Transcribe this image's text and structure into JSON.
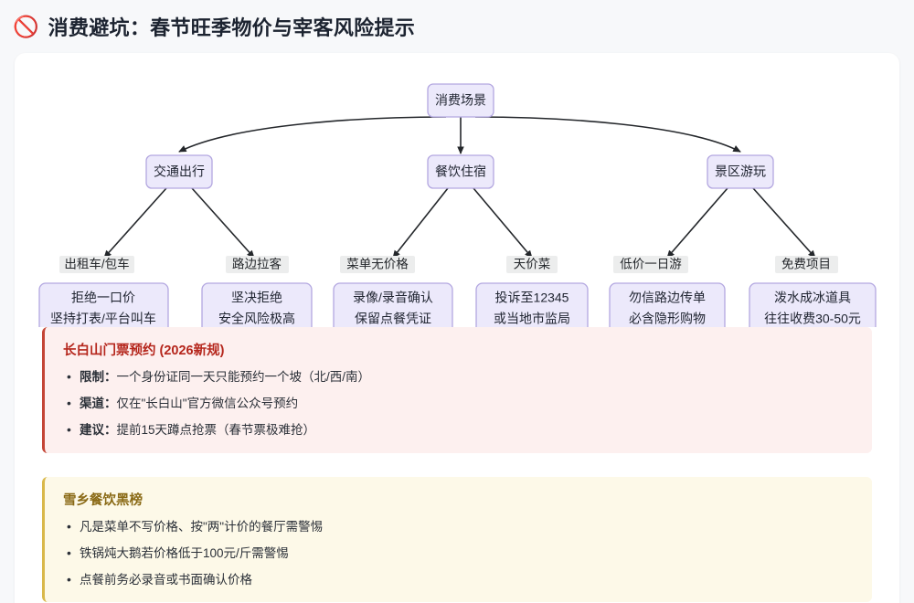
{
  "header": {
    "icon": "prohibited-icon",
    "icon_glyph": "🚫",
    "title": "消费避坑：春节旺季物价与宰客风险提示"
  },
  "flowchart": {
    "type": "tree",
    "root": {
      "id": "root",
      "label": "消费场景"
    },
    "categories": [
      {
        "id": "cat-transport",
        "label": "交通出行"
      },
      {
        "id": "cat-dining",
        "label": "餐饮住宿"
      },
      {
        "id": "cat-scenic",
        "label": "景区游玩"
      }
    ],
    "edge_labels": [
      "出租车/包车",
      "路边拉客",
      "菜单无价格",
      "天价菜",
      "低价一日游",
      "免费项目"
    ],
    "leaves": [
      {
        "id": "leaf-taxi",
        "line1": "拒绝一口价",
        "line2": "坚持打表/平台叫车"
      },
      {
        "id": "leaf-roadside",
        "line1": "坚决拒绝",
        "line2": "安全风险极高"
      },
      {
        "id": "leaf-menu",
        "line1": "录像/录音确认",
        "line2": "保留点餐凭证"
      },
      {
        "id": "leaf-overpriced",
        "line1": "投诉至12345",
        "line2": "或当地市监局"
      },
      {
        "id": "leaf-cheaptour",
        "line1": "勿信路边传单",
        "line2": "必含隐形购物"
      },
      {
        "id": "leaf-freeitem",
        "line1": "泼水成冰道具",
        "line2": "往往收费30-50元"
      }
    ]
  },
  "callouts": [
    {
      "id": "changbaishan-ticket",
      "variant": "red",
      "title": "长白山门票预约 (2026新规)",
      "items": [
        {
          "label": "限制：",
          "text": "一个身份证同一天只能预约一个坡（北/西/南）"
        },
        {
          "label": "渠道：",
          "text": "仅在\"长白山\"官方微信公众号预约"
        },
        {
          "label": "建议：",
          "text": "提前15天蹲点抢票（春节票极难抢）"
        }
      ]
    },
    {
      "id": "xuexiang-blacklist",
      "variant": "amber",
      "title": "雪乡餐饮黑榜",
      "items": [
        {
          "label": "",
          "text": "凡是菜单不写价格、按\"两\"计价的餐厅需警惕"
        },
        {
          "label": "",
          "text": "铁锅炖大鹅若价格低于100元/斤需警惕"
        },
        {
          "label": "",
          "text": "点餐前务必录音或书面确认价格"
        }
      ]
    }
  ],
  "colors": {
    "page_bg": "#f7f8fa",
    "card_bg": "#ffffff",
    "node_fill": "#ece9fb",
    "node_stroke": "#b3a7e0",
    "edge_stroke": "#24272b",
    "red_accent": "#c44536",
    "red_title": "#b5261c",
    "amber_accent": "#d9b84a",
    "amber_title": "#8a6a16"
  }
}
